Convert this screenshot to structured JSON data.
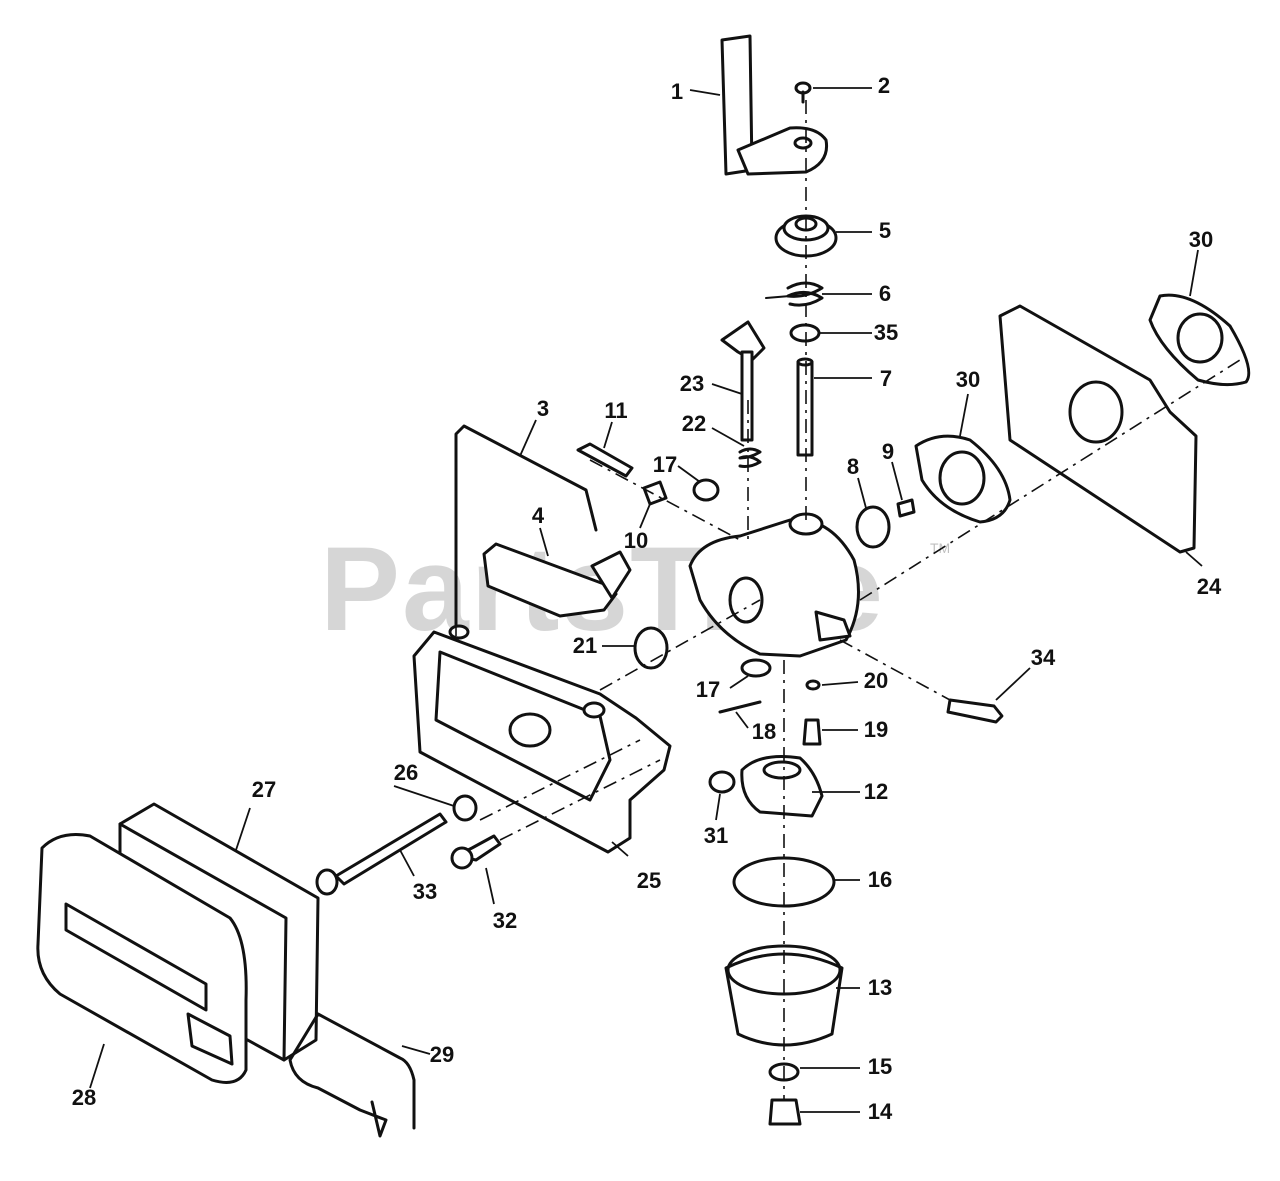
{
  "watermark": {
    "text": "PartsTree",
    "trademark": "TM"
  },
  "parts": [
    {
      "id": "p1",
      "number": "1"
    },
    {
      "id": "p2",
      "number": "2"
    },
    {
      "id": "p3",
      "number": "3"
    },
    {
      "id": "p4",
      "number": "4"
    },
    {
      "id": "p5",
      "number": "5"
    },
    {
      "id": "p6",
      "number": "6"
    },
    {
      "id": "p7",
      "number": "7"
    },
    {
      "id": "p8",
      "number": "8"
    },
    {
      "id": "p9",
      "number": "9"
    },
    {
      "id": "p10",
      "number": "10"
    },
    {
      "id": "p11",
      "number": "11"
    },
    {
      "id": "p12",
      "number": "12"
    },
    {
      "id": "p13",
      "number": "13"
    },
    {
      "id": "p14",
      "number": "14"
    },
    {
      "id": "p15",
      "number": "15"
    },
    {
      "id": "p16",
      "number": "16"
    },
    {
      "id": "p17a",
      "number": "17"
    },
    {
      "id": "p17b",
      "number": "17"
    },
    {
      "id": "p18",
      "number": "18"
    },
    {
      "id": "p19",
      "number": "19"
    },
    {
      "id": "p20",
      "number": "20"
    },
    {
      "id": "p21",
      "number": "21"
    },
    {
      "id": "p22",
      "number": "22"
    },
    {
      "id": "p23",
      "number": "23"
    },
    {
      "id": "p24",
      "number": "24"
    },
    {
      "id": "p25",
      "number": "25"
    },
    {
      "id": "p26",
      "number": "26"
    },
    {
      "id": "p27",
      "number": "27"
    },
    {
      "id": "p28",
      "number": "28"
    },
    {
      "id": "p29",
      "number": "29"
    },
    {
      "id": "p30a",
      "number": "30"
    },
    {
      "id": "p30b",
      "number": "30"
    },
    {
      "id": "p31",
      "number": "31"
    },
    {
      "id": "p32",
      "number": "32"
    },
    {
      "id": "p33",
      "number": "33"
    },
    {
      "id": "p34",
      "number": "34"
    },
    {
      "id": "p35",
      "number": "35"
    }
  ]
}
